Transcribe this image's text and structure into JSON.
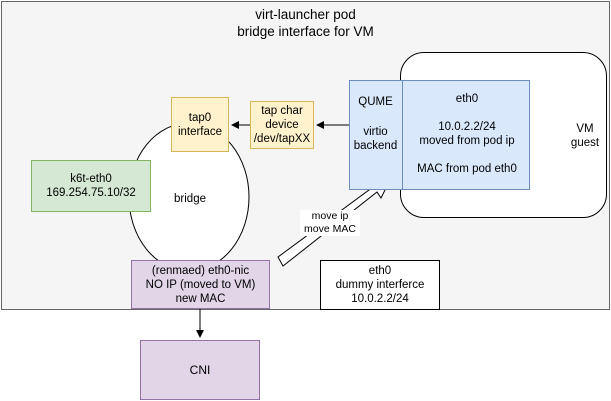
{
  "pod": {
    "title_line1": "virt-launcher  pod",
    "title_line2": "bridge interface for VM"
  },
  "vm": {
    "label_line1": "VM",
    "label_line2": "guest"
  },
  "qume": {
    "title": "QUME",
    "virtio_line1": "virtio",
    "virtio_line2": "backend"
  },
  "vm_eth0": {
    "name": "eth0",
    "ip": "10.0.2.2/24",
    "ip_note": "moved from pod ip",
    "mac_note": "MAC from pod eth0"
  },
  "tap0": {
    "line1": "tap0",
    "line2": "interface"
  },
  "tap_char": {
    "line1": "tap char",
    "line2": "device",
    "line3": "/dev/tapXX"
  },
  "k6t": {
    "name": "k6t-eth0",
    "ip": "169.254.75.10/32"
  },
  "bridge": {
    "label": "bridge"
  },
  "eth0_nic": {
    "line1": "(renmaed) eth0-nic",
    "line2": "NO IP (moved to VM)",
    "line3": "new MAC"
  },
  "dummy": {
    "line1": "eth0",
    "line2": "dummy interferce",
    "line3": "10.0.2.2/24"
  },
  "cni": {
    "label": "CNI"
  },
  "move_note": {
    "line1": "move ip",
    "line2": "move MAC"
  },
  "colors": {
    "pod_bg": "#f5f5f5",
    "blue_fill": "#dae8fc",
    "yellow_fill": "#fff2cc",
    "green_fill": "#d5e8d4",
    "purple_fill": "#e1d5e7"
  }
}
